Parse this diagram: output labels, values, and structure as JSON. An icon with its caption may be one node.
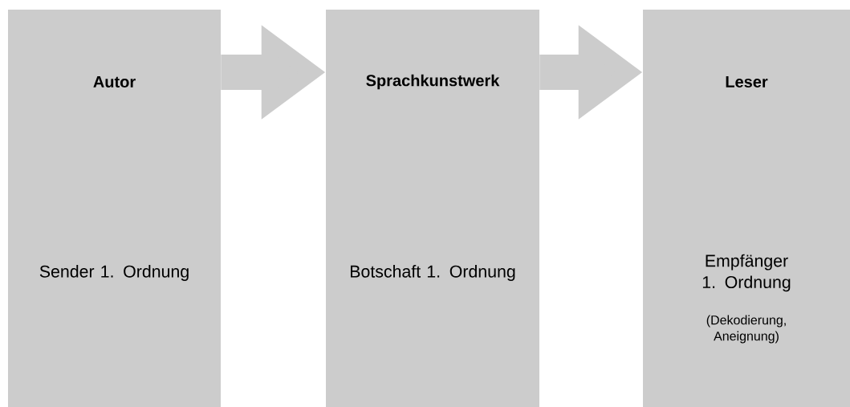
{
  "diagram": {
    "nodes": [
      {
        "text": [
          "Autor",
          "Sender 1. Ordnung"
        ]
      },
      {
        "text": [
          "Sprachkunstwerk",
          "Botschaft 1. Ordnung"
        ]
      },
      {
        "text": [
          "Leser",
          "Empfänger 1. Ordnung",
          "(Dekodierung, Aneignung)"
        ]
      }
    ],
    "edges": [
      {
        "from": 0,
        "to": 1,
        "arrow": "to"
      },
      {
        "from": 1,
        "to": 2,
        "arrow": "to"
      }
    ]
  }
}
